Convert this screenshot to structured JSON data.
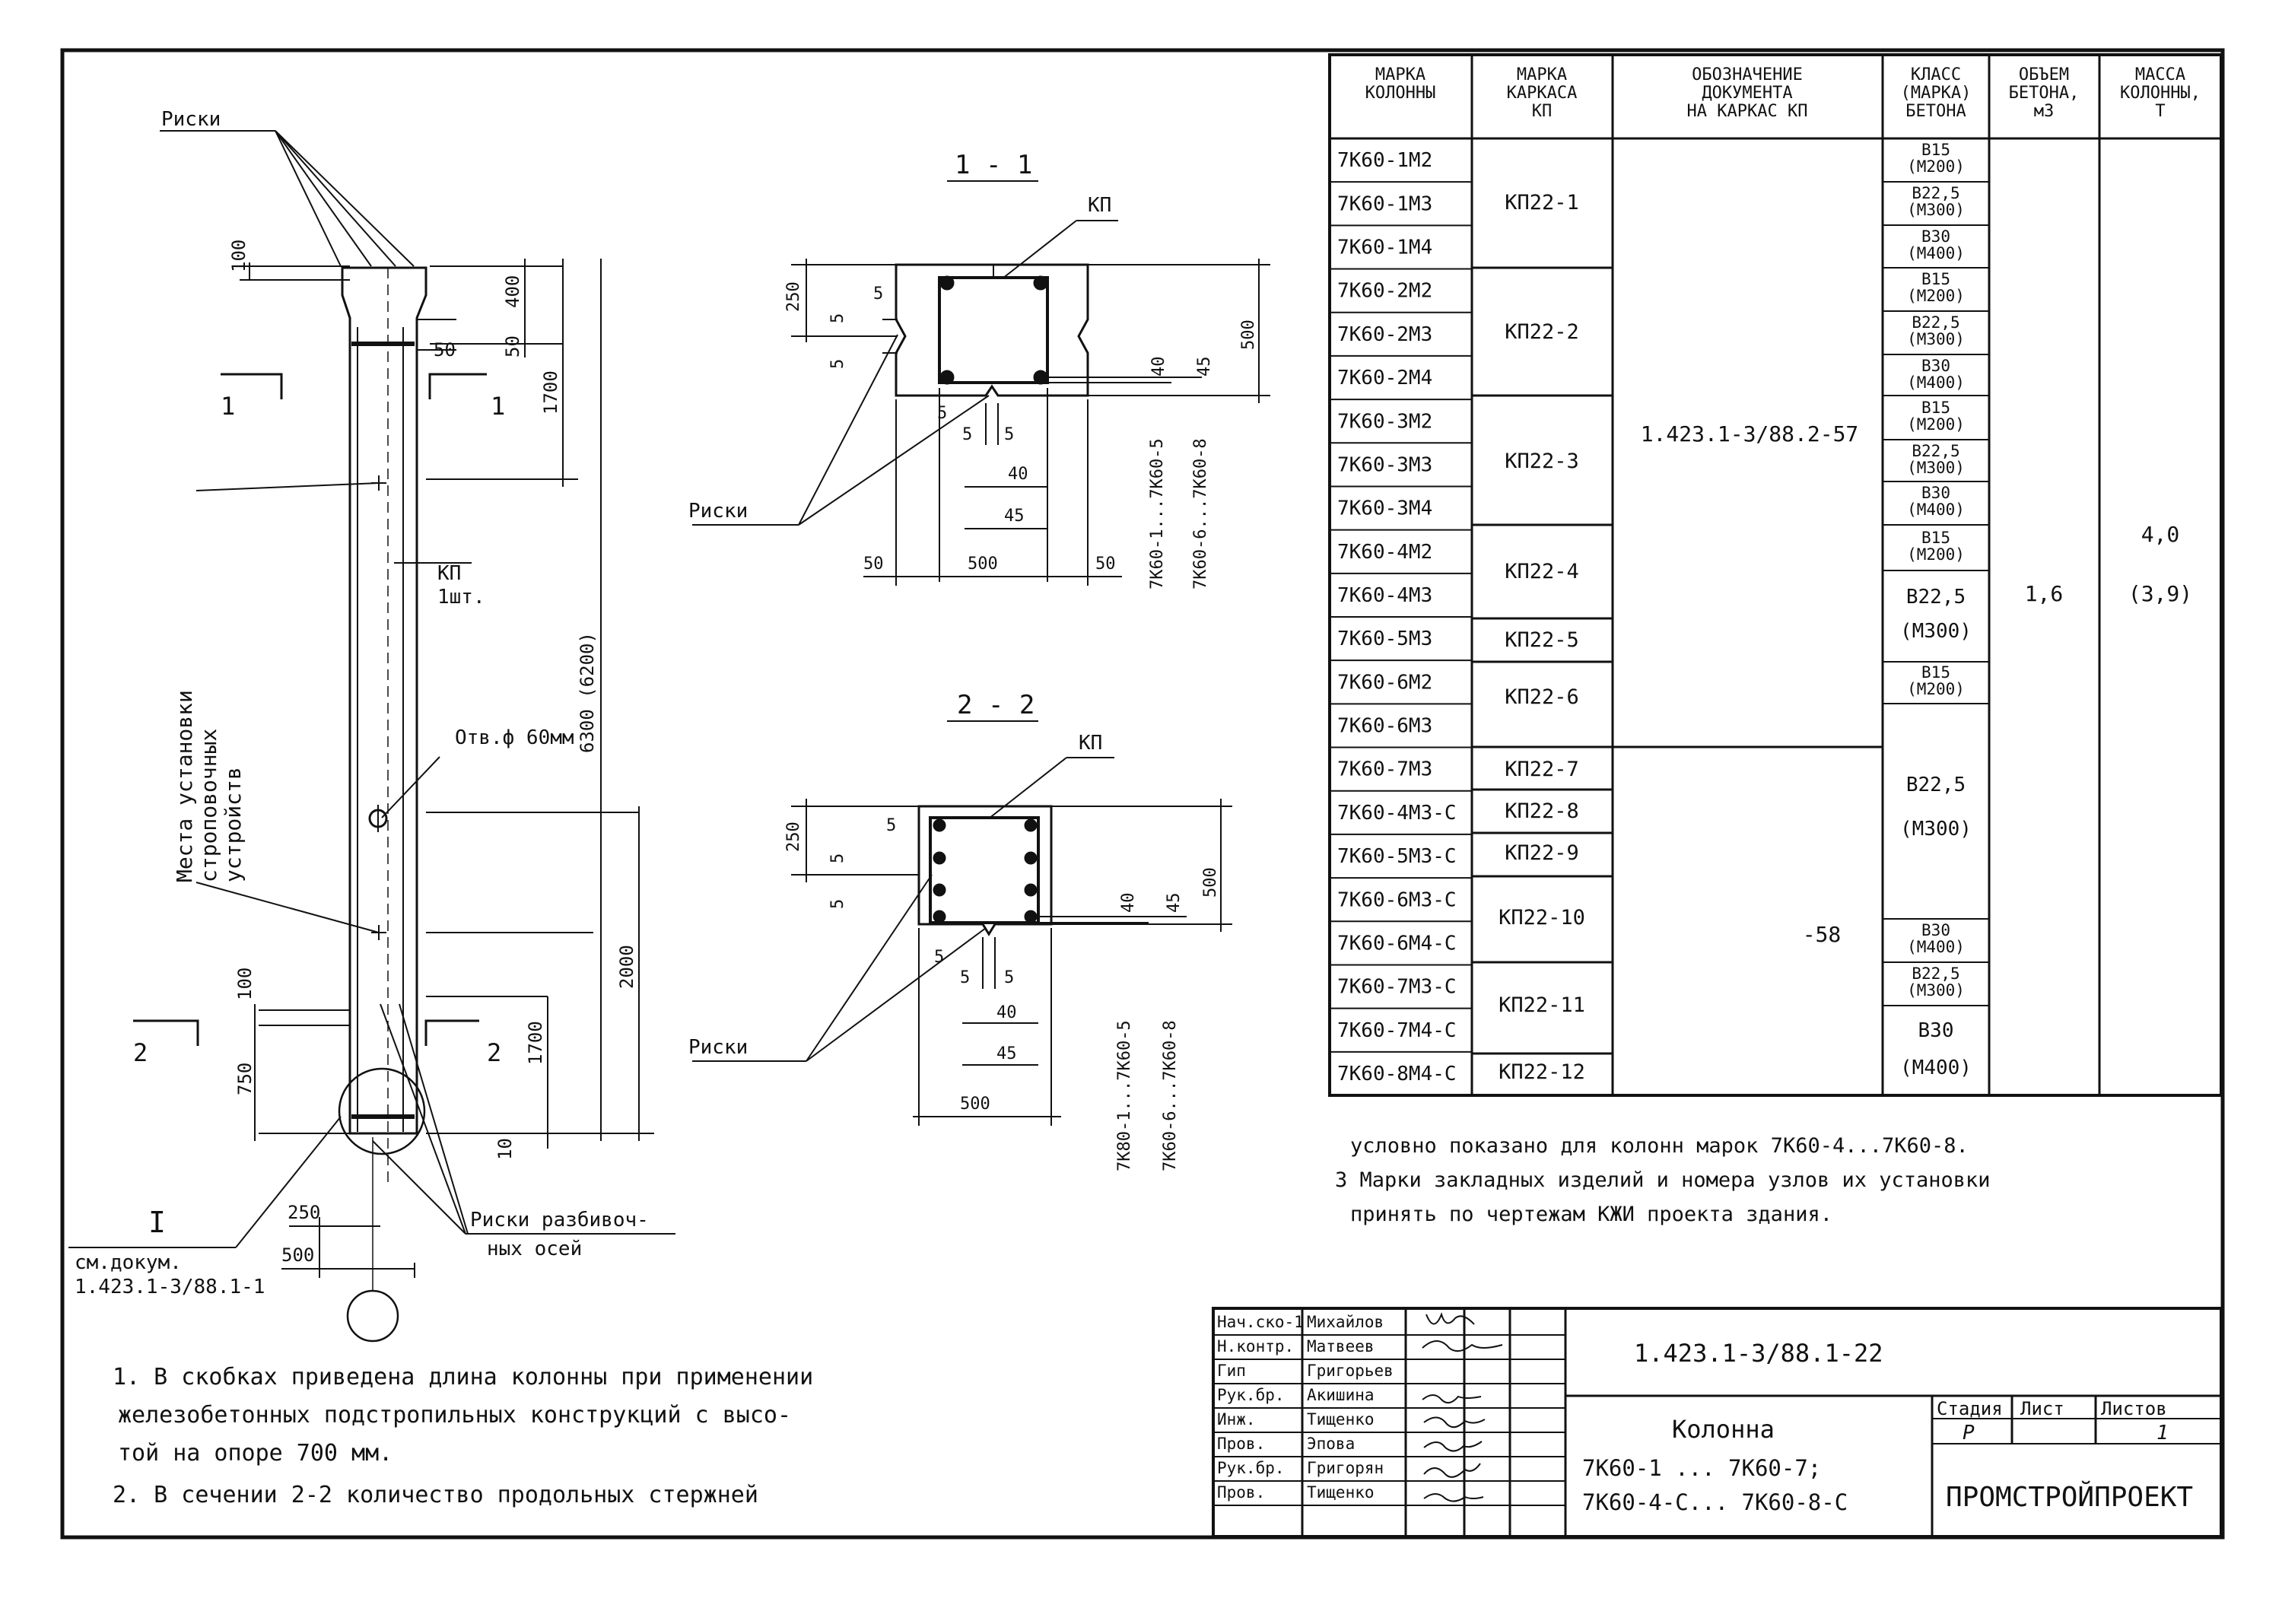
{
  "drawing": {
    "col_labels": {
      "riski_top": "Риски",
      "kp": "КП",
      "kp_count": "1шт.",
      "hole": "Отв.ф 60мм",
      "mounting_1": "Места установки",
      "mounting_2": "строповочных",
      "mounting_3": "устройств",
      "riski_axes_1": "Риски разбивоч-",
      "riski_axes_2": "ных осей",
      "node_mark": "I",
      "ref_1": "см.докум.",
      "ref_2": "1.423.1-3/88.1-1",
      "cut1_l": "1",
      "cut1_r": "1",
      "cut2_l": "2",
      "cut2_r": "2"
    },
    "col_dims": {
      "d100a": "100",
      "d400": "400",
      "d50a": "50",
      "d50b": "50",
      "d1700a": "1700",
      "d6300": "6300 (6200)",
      "d2000": "2000",
      "d100b": "100",
      "d750": "750",
      "d1700b": "1700",
      "d10": "10",
      "d250": "250",
      "d500": "500"
    },
    "s1": {
      "title": "1 - 1",
      "kp": "КП",
      "riski": "Риски",
      "d250": "250",
      "d5a": "5",
      "d5b": "5",
      "d5c": "5",
      "d500v": "500",
      "d40v": "40",
      "d45v": "45",
      "d5d": "5",
      "d5e": "5",
      "d5f": "5",
      "d40": "40",
      "d45": "45",
      "d50l": "50",
      "d500h": "500",
      "d50r": "50",
      "m1": "7К60-1...7К60-5",
      "m2": "7К60-6...7К60-8"
    },
    "s2": {
      "title": "2 - 2",
      "kp": "КП",
      "riski": "Риски",
      "d250": "250",
      "d5a": "5",
      "d5b": "5",
      "d5c": "5",
      "d500v": "500",
      "d40v": "40",
      "d45v": "45",
      "d5d": "5",
      "d5e": "5",
      "d5f": "5",
      "d40": "40",
      "d45": "45",
      "d500h": "500",
      "m1": "7К80-1...7К60-5",
      "m2": "7К60-6...7К60-8"
    },
    "table": {
      "headers": [
        [
          "МАРКА",
          "КОЛОННЫ"
        ],
        [
          "МАРКА",
          "КАРКАСА",
          "КП"
        ],
        [
          "ОБОЗНАЧЕНИЕ",
          "ДОКУМЕНТА",
          "НА КАРКАС КП"
        ],
        [
          "КЛАСС",
          "(МАРКА)",
          "БЕТОНА"
        ],
        [
          "ОБЪЕМ",
          "БЕТОНА,",
          "м3"
        ],
        [
          "МАССА",
          "КОЛОННЫ,",
          "Т"
        ]
      ],
      "marks": [
        "7К60-1М2",
        "7К60-1М3",
        "7К60-1М4",
        "7К60-2М2",
        "7К60-2М3",
        "7К60-2М4",
        "7К60-3М2",
        "7К60-3М3",
        "7К60-3М4",
        "7К60-4М2",
        "7К60-4М3",
        "7К60-5М3",
        "7К60-6М2",
        "7К60-6М3",
        "7К60-7М3",
        "7К60-4М3-С",
        "7К60-5М3-С",
        "7К60-6М3-С",
        "7К60-6М4-С",
        "7К60-7М3-С",
        "7К60-7М4-С",
        "7К60-8М4-С"
      ],
      "kp": [
        "КП22-1",
        "КП22-2",
        "КП22-3",
        "КП22-4",
        "КП22-5",
        "КП22-6",
        "КП22-7",
        "КП22-8",
        "КП22-9",
        "КП22-10",
        "КП22-11",
        "КП22-12"
      ],
      "doc": [
        "1.423.1-3/88.2-57",
        "-58"
      ],
      "cls_small": [
        "В15",
        "(М200)",
        "В22,5",
        "(М300)",
        "В30",
        "(М400)",
        "В15",
        "(М200)",
        "В22,5",
        "(М300)",
        "В30",
        "(М400)",
        "В15",
        "(М200)",
        "В22,5",
        "(М300)",
        "В30",
        "(М400)",
        "В15",
        "(М200)",
        "В15",
        "(М200)",
        "В30",
        "(М400)",
        "В22,5",
        "(М300)"
      ],
      "cls_big": [
        "В22,5",
        "(М300)",
        "В22,5",
        "(М300)",
        "В30",
        "(М400)"
      ],
      "volume": "1,6",
      "mass": "4,0",
      "mass_alt": "(3,9)"
    },
    "notes_right": [
      "условно показано для колонн марок 7К60-4...7К60-8.",
      "3 Марки закладных изделий и номера узлов их установки",
      "принять по чертежам КЖИ проекта здания."
    ],
    "notes_left": [
      "1. В скобках приведена длина колонны при применении",
      "железобетонных подстропильных конструкций с высо-",
      "той на опоре 700 мм.",
      "2. В сечении 2-2 количество продольных стержней"
    ]
  },
  "title_block": {
    "roles": [
      "Нач.ско-1",
      "Н.контр.",
      "Гип",
      "Рук.бр.",
      "Инж.",
      "Пров.",
      "Рук.бр.",
      "Пров."
    ],
    "names": [
      "Михайлов",
      "Матвеев",
      "Григорьев",
      "Акишина",
      "Тищенко",
      "Эпова",
      "Григорян",
      "Тищенко"
    ],
    "doc_code": "1.423.1-3/88.1-22",
    "title": "Колонна",
    "subtitle_1": "7К60-1 ... 7К60-7;",
    "subtitle_2": "7К60-4-С... 7К60-8-С",
    "stage_h": "Стадия",
    "sheet_h": "Лист",
    "sheets_h": "Листов",
    "stage": "Р",
    "sheet": "",
    "sheets": "1",
    "org": "ПРОМСТРОЙПРОЕКТ"
  }
}
